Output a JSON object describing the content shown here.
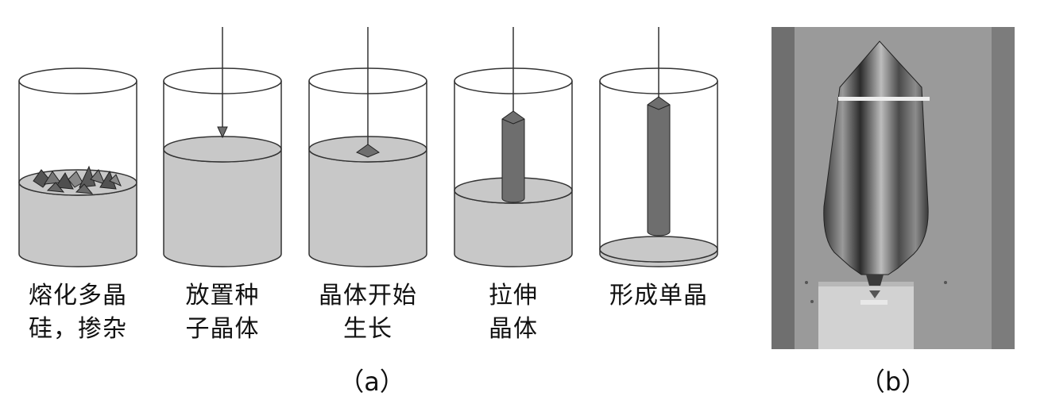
{
  "figure": {
    "panel_a": {
      "label": "（a）",
      "steps": [
        {
          "line1": "熔化多晶",
          "line2": "硅，掺杂"
        },
        {
          "line1": "放置种",
          "line2": "子晶体"
        },
        {
          "line1": "晶体开始",
          "line2": "生长"
        },
        {
          "line1": "拉伸",
          "line2": "晶体"
        },
        {
          "line1": "形成单晶",
          "line2": ""
        }
      ]
    },
    "panel_b": {
      "label": "（b）",
      "photo_subject": "single-crystal-silicon-ingot"
    }
  },
  "colors": {
    "melt": "#c8c8c8",
    "crystal": "#6e6e6e",
    "outline": "#333333",
    "photo_bg": "#8a8a8a"
  }
}
